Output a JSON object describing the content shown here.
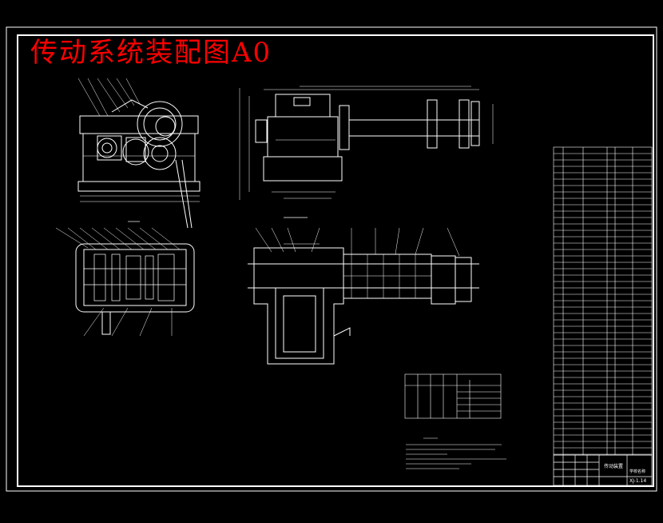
{
  "drawing": {
    "title": "传动系统装配图A0",
    "title_color": "#ff0000",
    "line_color": "#ffffff",
    "background": "#000000",
    "title_block": {
      "name_cell": "传动装置",
      "code_cell": "XJ-1.14",
      "company_cell": "学校名称"
    }
  }
}
